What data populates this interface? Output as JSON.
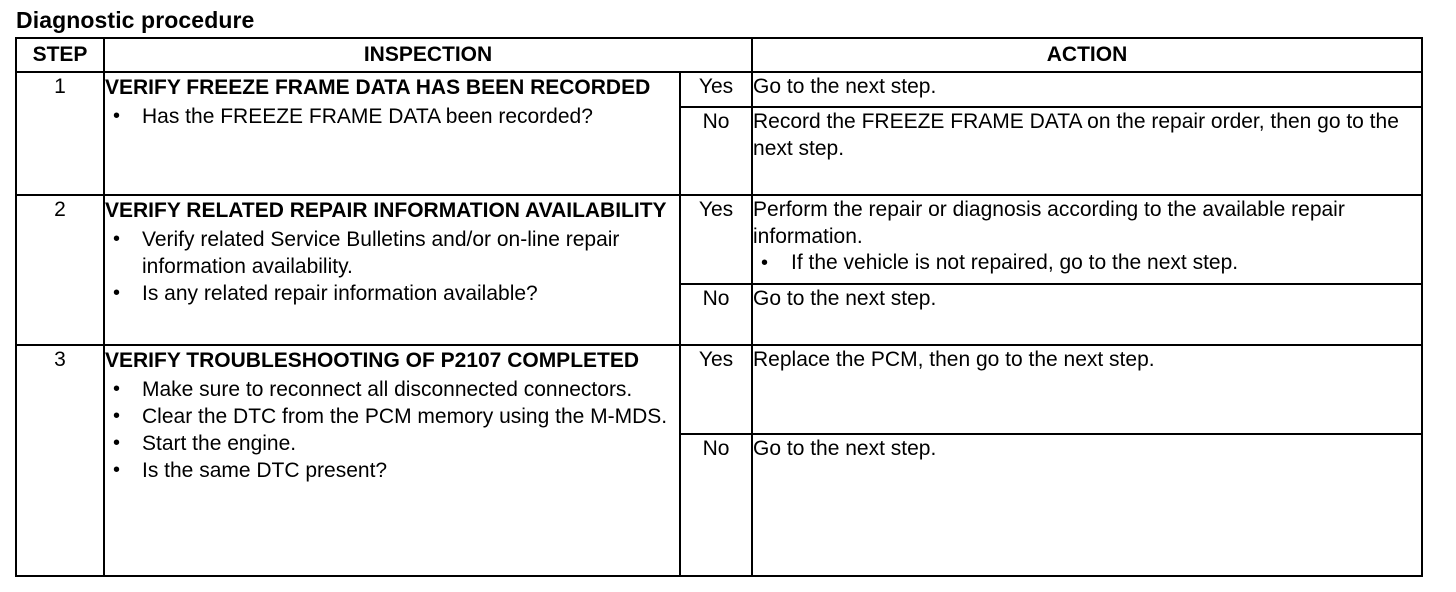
{
  "document": {
    "title": "Diagnostic procedure"
  },
  "table": {
    "headers": {
      "step": "STEP",
      "inspection": "INSPECTION",
      "action": "ACTION"
    },
    "rows": [
      {
        "step": "1",
        "title": "VERIFY FREEZE FRAME DATA HAS BEEN RECORDED",
        "bullets": [
          "Has the FREEZE FRAME DATA been recorded?"
        ],
        "yes_label": "Yes",
        "no_label": "No",
        "yes_action": "Go to the next step.",
        "yes_bullets": [],
        "no_action": "Record the FREEZE FRAME DATA on the repair order, then go to the next step."
      },
      {
        "step": "2",
        "title": "VERIFY RELATED REPAIR INFORMATION AVAILABILITY",
        "bullets": [
          "Verify related Service Bulletins and/or on-line repair information availability.",
          "Is any related repair information available?"
        ],
        "yes_label": "Yes",
        "no_label": "No",
        "yes_action": "Perform the repair or diagnosis according to the available repair information.",
        "yes_bullets": [
          "If the vehicle is not repaired, go to the next step."
        ],
        "no_action": "Go to the next step."
      },
      {
        "step": "3",
        "title": "VERIFY TROUBLESHOOTING OF P2107 COMPLETED",
        "bullets": [
          "Make sure to reconnect all disconnected connectors.",
          "Clear the DTC from the PCM memory using the M-MDS.",
          "Start the engine.",
          "Is the same DTC present?"
        ],
        "yes_label": "Yes",
        "no_label": "No",
        "yes_action": "Replace the PCM, then go to the next step.",
        "yes_bullets": [],
        "no_action": "Go to the next step."
      }
    ]
  }
}
